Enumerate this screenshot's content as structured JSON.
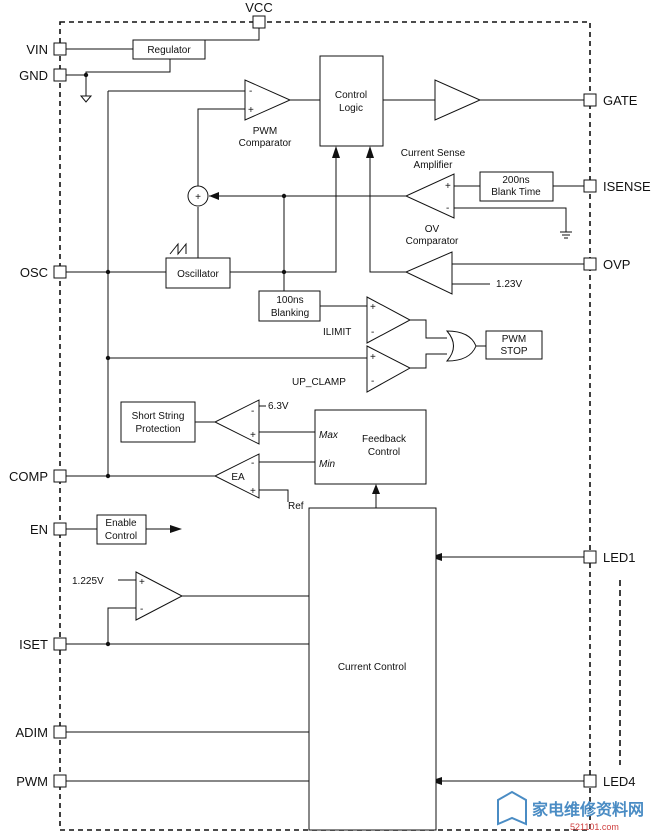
{
  "pins": {
    "vcc": "VCC",
    "vin": "VIN",
    "gnd": "GND",
    "osc": "OSC",
    "comp": "COMP",
    "en": "EN",
    "iset": "ISET",
    "adim": "ADIM",
    "pwm": "PWM",
    "gate": "GATE",
    "isense": "ISENSE",
    "ovp": "OVP",
    "led1": "LED1",
    "led4": "LED4"
  },
  "blocks": {
    "regulator": "Regulator",
    "control_logic_1": "Control",
    "control_logic_2": "Logic",
    "pwm_comparator_1": "PWM",
    "pwm_comparator_2": "Comparator",
    "current_sense_1": "Current Sense",
    "current_sense_2": "Amplifier",
    "blank_time_1": "200ns",
    "blank_time_2": "Blank Time",
    "ov_comparator_1": "OV",
    "ov_comparator_2": "Comparator",
    "oscillator": "Oscillator",
    "blanking_1": "100ns",
    "blanking_2": "Blanking",
    "ilimit": "ILIMIT",
    "up_clamp": "UP_CLAMP",
    "pwm_stop_1": "PWM",
    "pwm_stop_2": "STOP",
    "short_string_1": "Short String",
    "short_string_2": "Protection",
    "feedback_control_1": "Feedback",
    "feedback_control_2": "Control",
    "max": "Max",
    "min": "Min",
    "ea": "EA",
    "ref": "Ref",
    "enable_control_1": "Enable",
    "enable_control_2": "Control",
    "current_control": "Current Control"
  },
  "values": {
    "v_ovp_ref": "1.23V",
    "v_short_ref": "6.3V",
    "v_iset_ref": "1.225V"
  },
  "symbols": {
    "summing": "+",
    "plus": "+",
    "minus": "-"
  },
  "watermark": {
    "main": "家电维修资料网",
    "sub": "521101.com"
  }
}
